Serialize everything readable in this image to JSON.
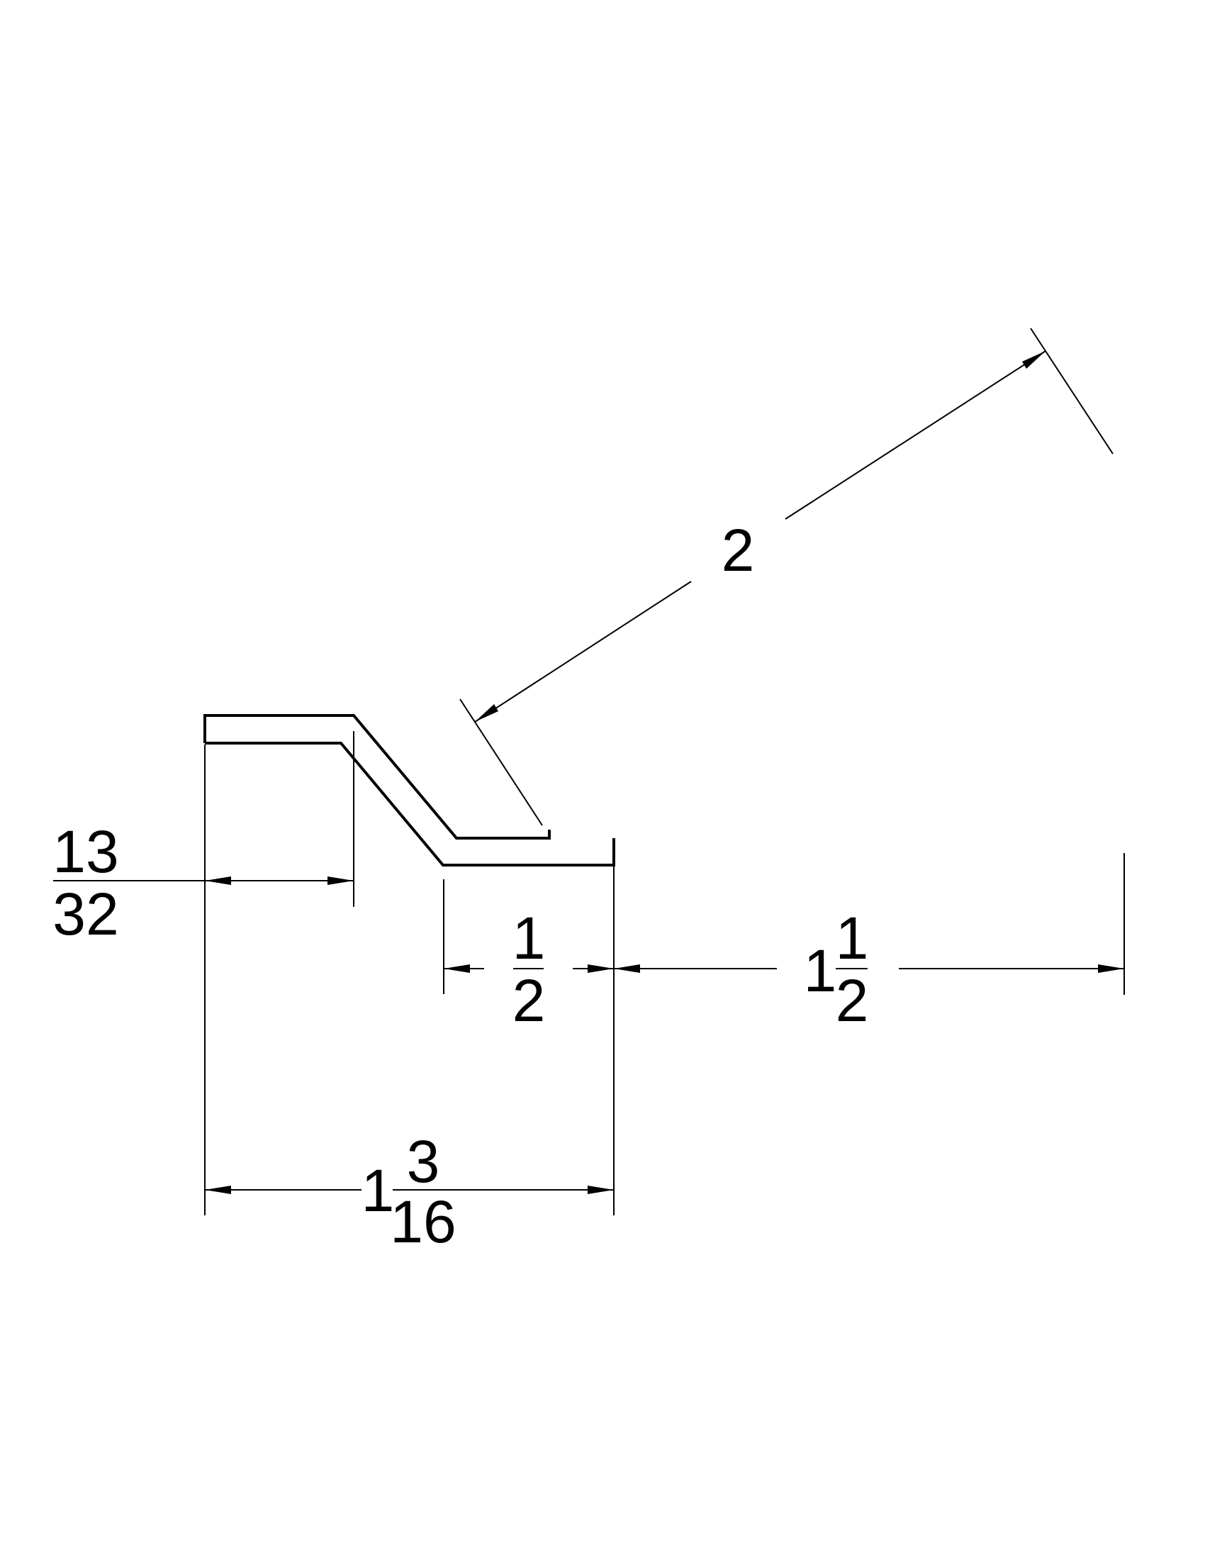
{
  "drawing": {
    "line_color": "#000000",
    "background": "#ffffff",
    "dimensions": {
      "flange_width": {
        "numerator": "13",
        "denominator": "32"
      },
      "base_width": {
        "numerator": "1",
        "denominator": "2"
      },
      "leg_width": {
        "whole": "1",
        "numerator": "1",
        "denominator": "2"
      },
      "overall_width": {
        "whole": "1",
        "numerator": "3",
        "denominator": "16"
      },
      "blade_length": {
        "value": "2"
      }
    }
  }
}
